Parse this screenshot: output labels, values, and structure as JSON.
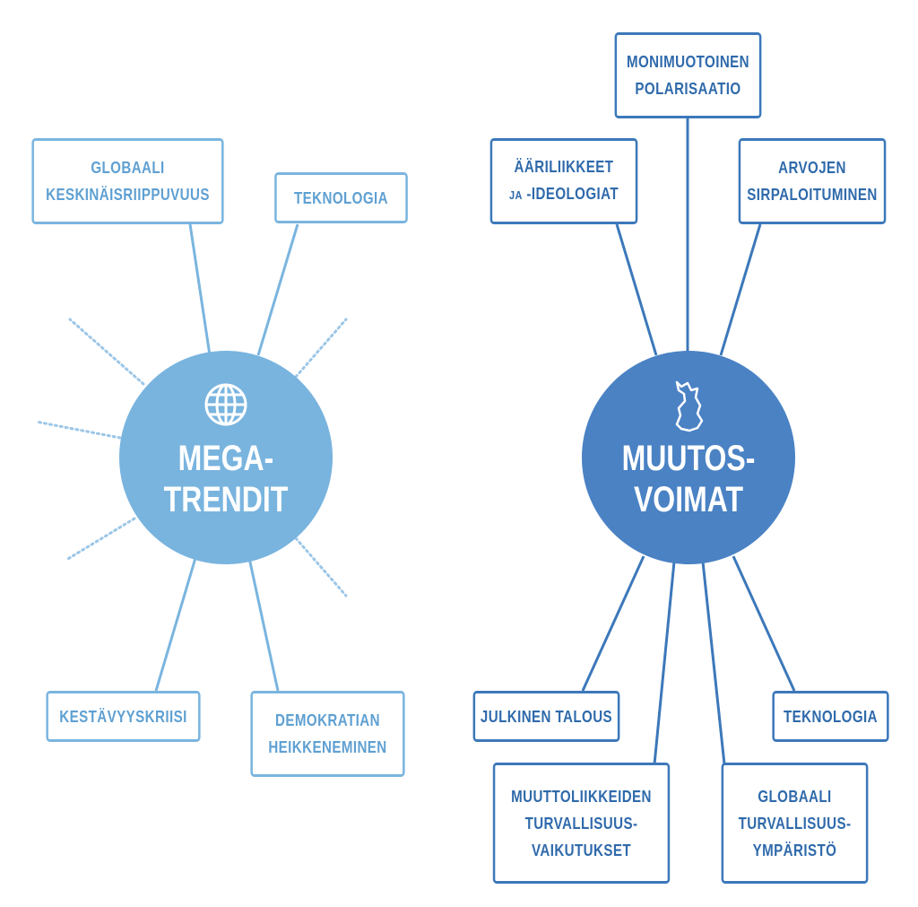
{
  "colors": {
    "light": "#79b4df",
    "dark": "#4a82c4",
    "light_border": "#7ab5df",
    "dark_border": "#3c78ba"
  },
  "left_hub": {
    "line1": "MEGA-",
    "line2": "TRENDIT",
    "icon": "globe-icon"
  },
  "right_hub": {
    "line1": "MUUTOS-",
    "line2": "VOIMAT",
    "icon": "finland-map-icon"
  },
  "left_nodes": {
    "globaali": {
      "line1": "GLOBAALI",
      "line2": "KESKINÄISRIIPPUVUUS"
    },
    "teknologia": {
      "line1": "TEKNOLOGIA"
    },
    "kestavyys": {
      "line1": "KESTÄVYYSKRIISI"
    },
    "demokratia": {
      "line1": "DEMOKRATIAN",
      "line2": "HEIKKENEMINEN"
    }
  },
  "right_nodes": {
    "polarisaatio": {
      "line1": "MONIMUOTOINEN",
      "line2": "POLARISAATIO"
    },
    "aariliikkeet": {
      "line1": "ÄÄRILIIKKEET",
      "line2_prefix": "JA",
      "line2": "-IDEOLOGIAT"
    },
    "arvojen": {
      "line1": "ARVOJEN",
      "line2": "SIRPALOITUMINEN"
    },
    "julkinen": {
      "line1": "JULKINEN TALOUS"
    },
    "teknologia": {
      "line1": "TEKNOLOGIA"
    },
    "muuttoliike": {
      "line1": "MUUTTOLIIKKEIDEN",
      "line2": "TURVALLISUUS-",
      "line3": "VAIKUTUKSET"
    },
    "globaali_turv": {
      "line1": "GLOBAALI",
      "line2": "TURVALLISUUS-",
      "line3": "YMPÄRISTÖ"
    }
  }
}
